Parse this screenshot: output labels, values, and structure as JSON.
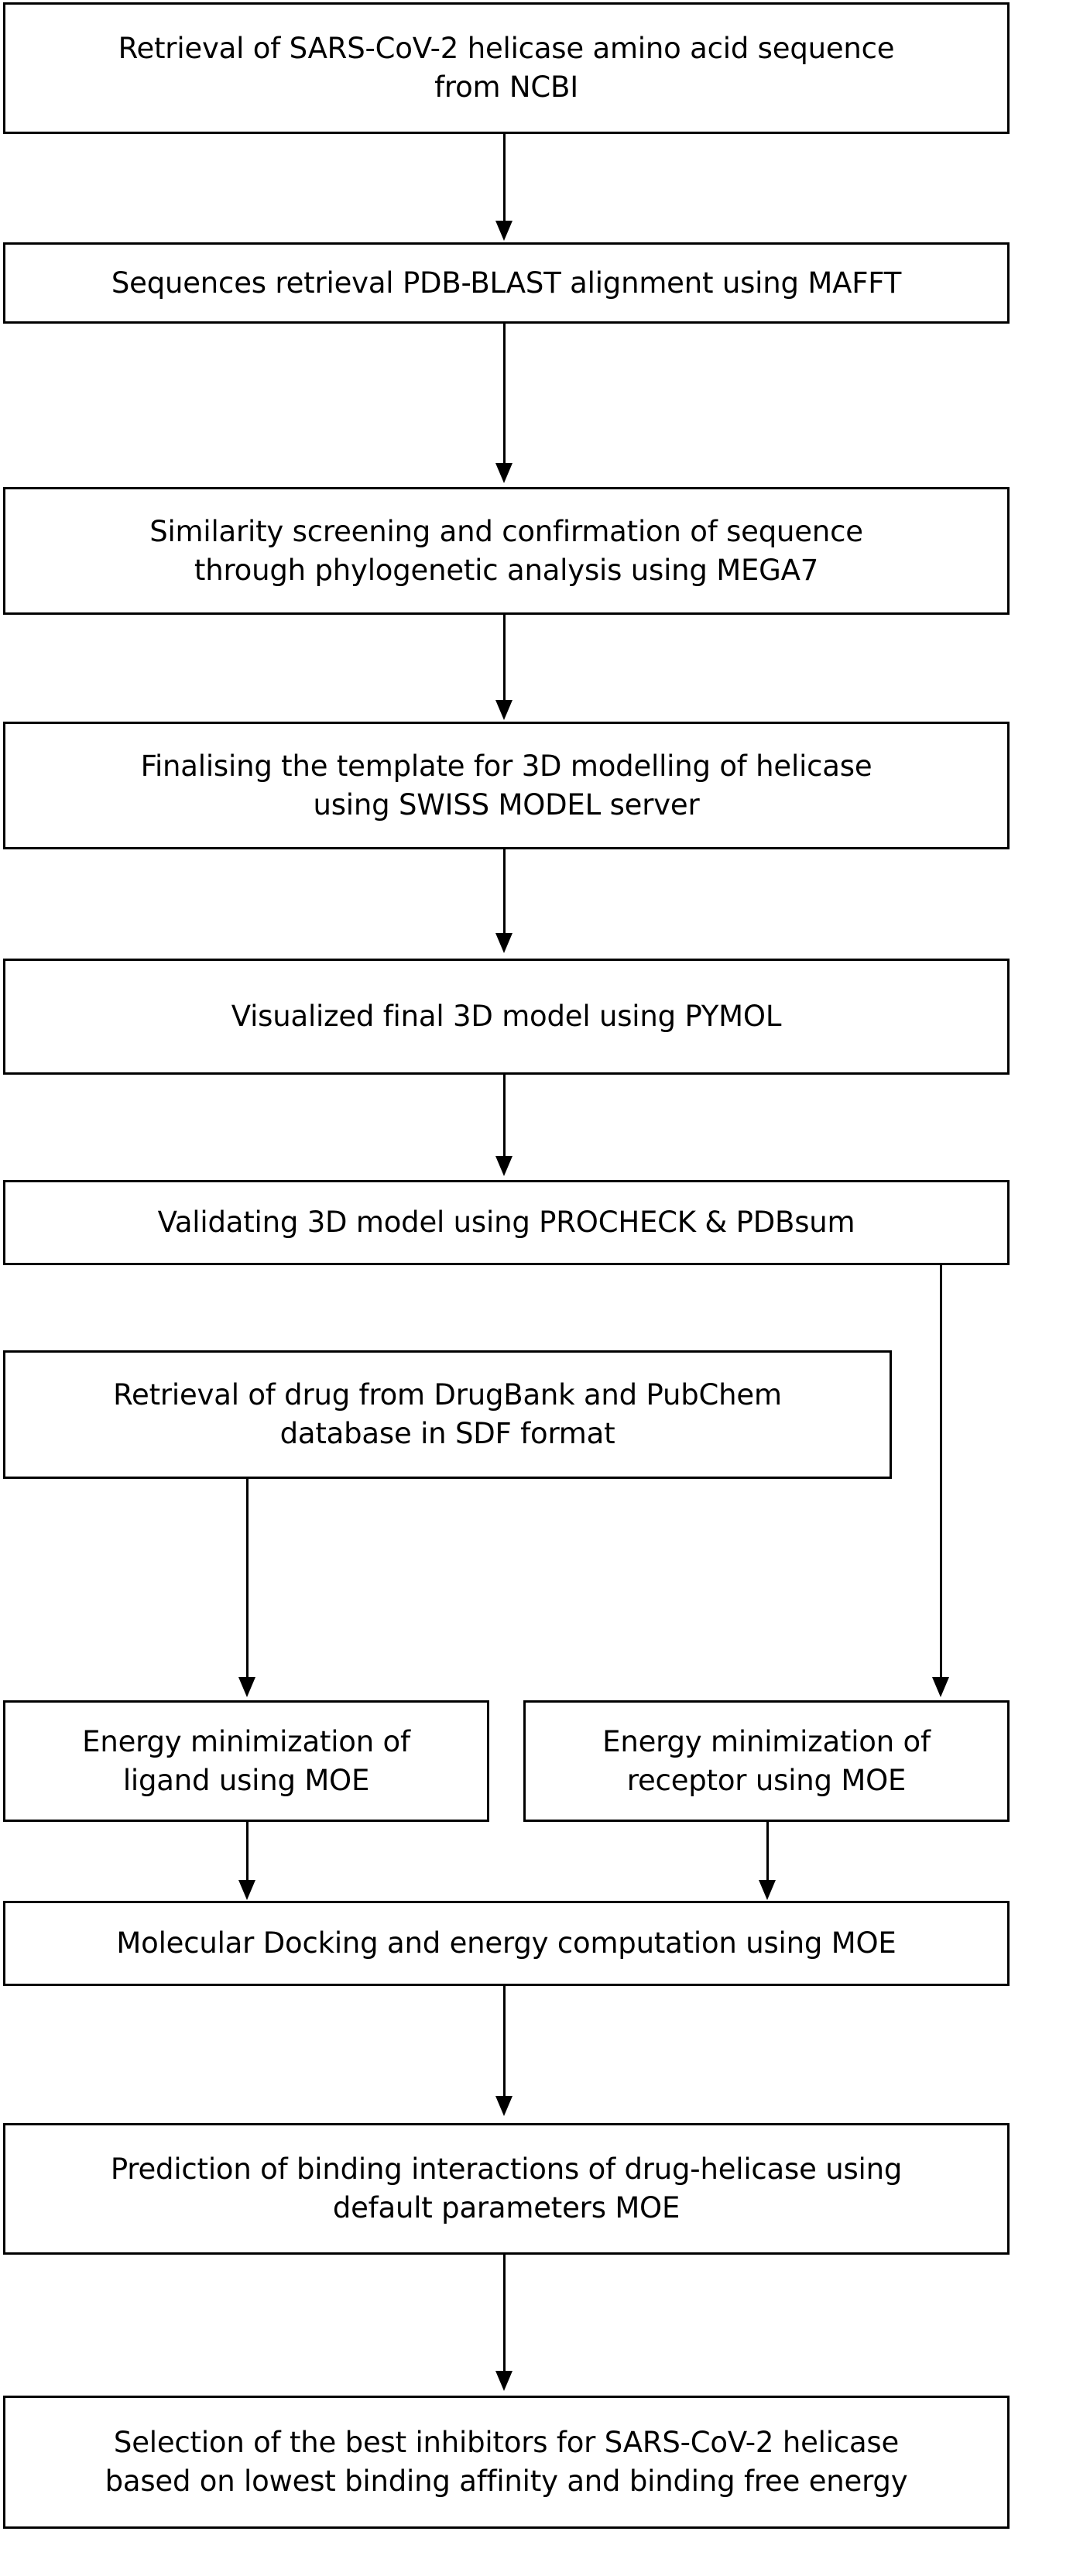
{
  "diagram": {
    "title": "SARS-CoV-2 helicase in silico drug discovery workflow",
    "type": "flowchart",
    "orientation": "top-to-bottom",
    "colors": {
      "background": "#ffffff",
      "box_border": "#000000",
      "box_fill": "#ffffff",
      "text": "#000000",
      "connector": "#000000"
    },
    "nodes": [
      {
        "id": "n1",
        "text": "Retrieval of SARS-CoV-2 helicase amino acid sequence\nfrom NCBI",
        "shape": "rectangle"
      },
      {
        "id": "n2",
        "text": "Sequences retrieval PDB-BLAST alignment using MAFFT",
        "shape": "rectangle"
      },
      {
        "id": "n3",
        "text": "Similarity screening and confirmation of sequence\nthrough phylogenetic analysis using MEGA7",
        "shape": "rectangle"
      },
      {
        "id": "n4",
        "text": "Finalising the template for 3D modelling of helicase\nusing SWISS MODEL server",
        "shape": "rectangle"
      },
      {
        "id": "n5",
        "text": "Visualized final 3D model using PYMOL",
        "shape": "rectangle"
      },
      {
        "id": "n6",
        "text": "Validating 3D model using PROCHECK & PDBsum",
        "shape": "rectangle"
      },
      {
        "id": "n7",
        "text": "Retrieval of drug from DrugBank and PubChem\ndatabase in SDF format",
        "shape": "rectangle"
      },
      {
        "id": "n8",
        "text": "Energy minimization of\nligand using MOE",
        "shape": "rectangle"
      },
      {
        "id": "n9",
        "text": "Energy minimization of\nreceptor using MOE",
        "shape": "rectangle"
      },
      {
        "id": "n10",
        "text": "Molecular Docking and energy computation using MOE",
        "shape": "rectangle"
      },
      {
        "id": "n11",
        "text": "Prediction of binding interactions of drug-helicase using\ndefault parameters MOE",
        "shape": "rectangle"
      },
      {
        "id": "n12",
        "text": "Selection of the best inhibitors for SARS-CoV-2 helicase\nbased on lowest binding affinity and binding free energy",
        "shape": "rectangle"
      }
    ],
    "edges": [
      {
        "from": "n1",
        "to": "n2",
        "style": "arrow"
      },
      {
        "from": "n2",
        "to": "n3",
        "style": "arrow"
      },
      {
        "from": "n3",
        "to": "n4",
        "style": "arrow"
      },
      {
        "from": "n4",
        "to": "n5",
        "style": "arrow"
      },
      {
        "from": "n5",
        "to": "n6",
        "style": "arrow"
      },
      {
        "from": "n6",
        "to": "n9",
        "style": "arrow-elbow-right"
      },
      {
        "from": "n7",
        "to": "n8",
        "style": "arrow"
      },
      {
        "from": "n8",
        "to": "n10",
        "style": "arrow"
      },
      {
        "from": "n9",
        "to": "n10",
        "style": "arrow"
      },
      {
        "from": "n10",
        "to": "n11",
        "style": "arrow"
      },
      {
        "from": "n11",
        "to": "n12",
        "style": "arrow"
      }
    ]
  }
}
